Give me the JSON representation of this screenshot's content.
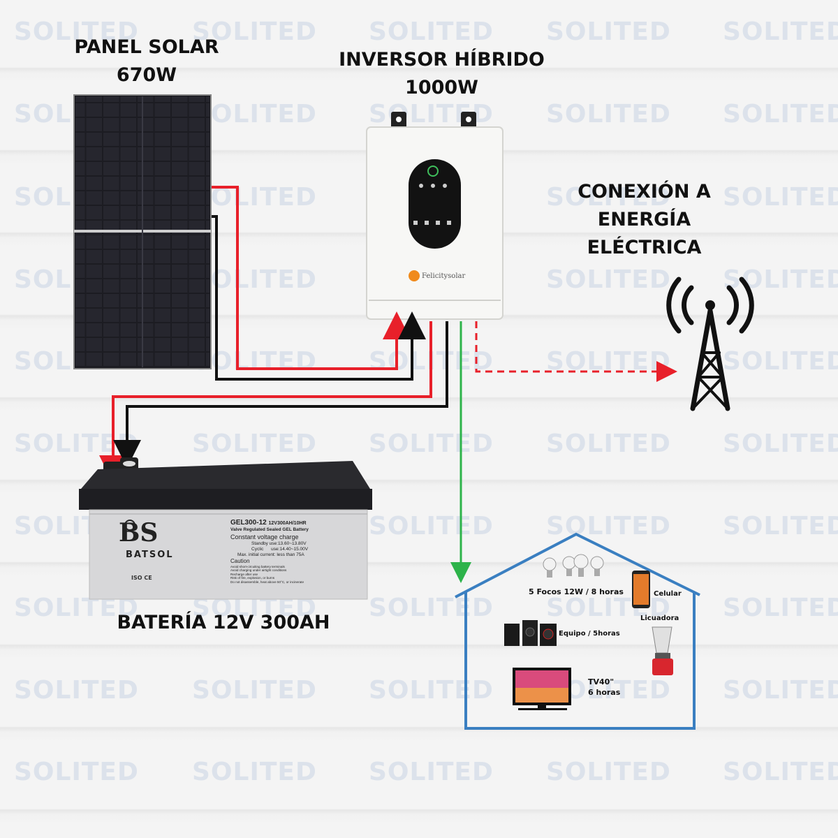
{
  "watermark": "SOLITED",
  "labels": {
    "panel_line1": "PANEL SOLAR",
    "panel_line2": "670W",
    "inverter_line1": "INVERSOR HÍBRIDO",
    "inverter_line2": "1000W",
    "grid_line1": "CONEXIÓN A",
    "grid_line2": "ENERGÍA",
    "grid_line3": "ELÉCTRICA",
    "battery": "BATERÍA 12V 300AH"
  },
  "inverter": {
    "brand": "Felicitysolar"
  },
  "battery": {
    "brand": "BATSOL",
    "logo_letters": "BS",
    "model": "GEL300-12",
    "rating": "12V300AH/10HR",
    "type": "Valve Regulated Sealed GEL Battery",
    "charge_title": "Constant voltage charge",
    "standby": "Standby use:13.60~13.80V",
    "cyclic": "Cyclic      use:14.40~15.00V",
    "max_current": "Max. initial current: less than 75A",
    "caution_title": "Caution",
    "caution_lines": [
      "Avoid short-circuiting battery terminals",
      "Avoid charging under airtight conditions",
      "Recharge after use",
      "Risk of fire, explosion, or burns",
      "Do not disassemble, heat above 50°C, or incinerate"
    ],
    "certs": "ISO CE"
  },
  "house": {
    "focos": "5 Focos 12W / 8 horas",
    "celular": "Celular",
    "licuadora": "Licuadora",
    "equipo": "Equipo / 5horas",
    "tv_line1": "TV40\"",
    "tv_line2": "6 horas"
  },
  "colors": {
    "positive_wire": "#e8202a",
    "negative_wire": "#111111",
    "load_wire": "#2db34a",
    "grid_wire": "#e8202a",
    "house_outline": "#3a7fc1"
  }
}
